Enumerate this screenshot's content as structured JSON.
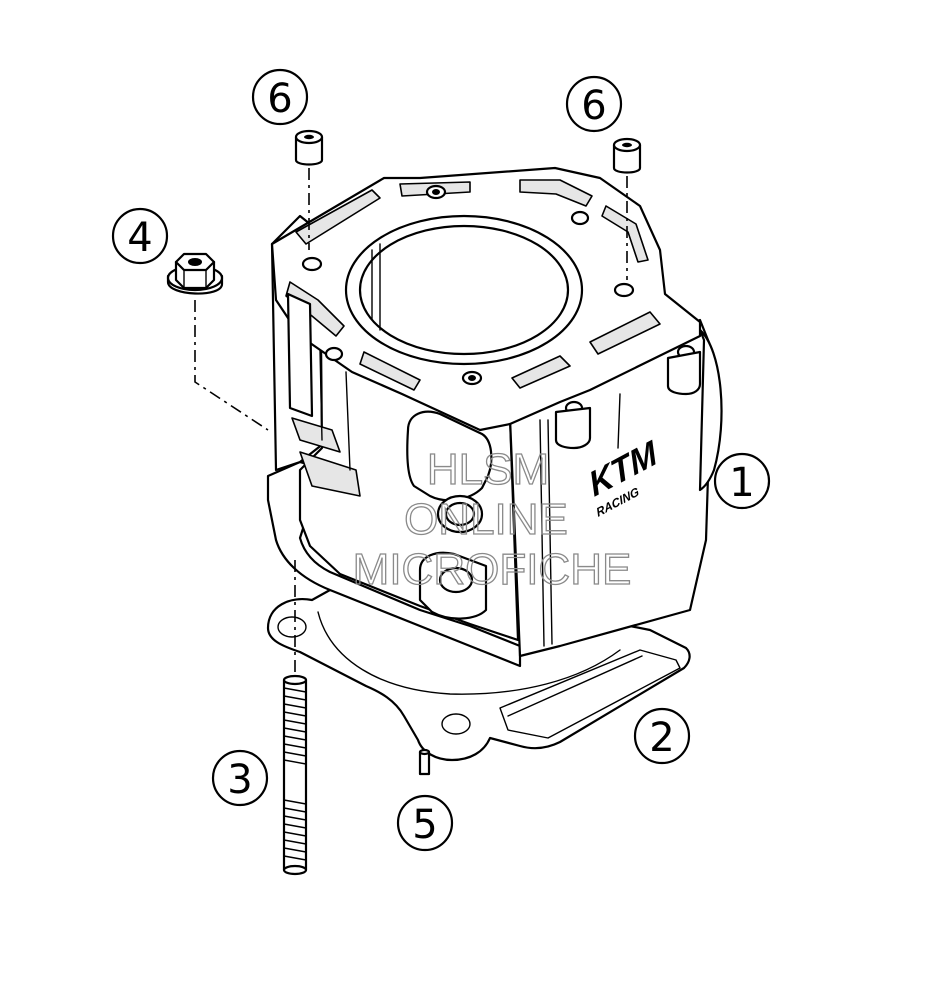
{
  "callouts": [
    {
      "id": "cylinder",
      "number": "1"
    },
    {
      "id": "gasket",
      "number": "2"
    },
    {
      "id": "stud",
      "number": "3"
    },
    {
      "id": "nut",
      "number": "4"
    },
    {
      "id": "pin",
      "number": "5"
    },
    {
      "id": "dowel-left",
      "number": "6"
    },
    {
      "id": "dowel-right",
      "number": "6"
    }
  ],
  "watermark": {
    "line1": "HLSM",
    "line2": "ONLINE",
    "line3": "MICROFICHE"
  },
  "cylinder_marking": {
    "brand": "KTM",
    "sub": "RACING"
  },
  "colors": {
    "line": "#000000",
    "background": "#ffffff",
    "watermark": "#8a8a8a"
  }
}
